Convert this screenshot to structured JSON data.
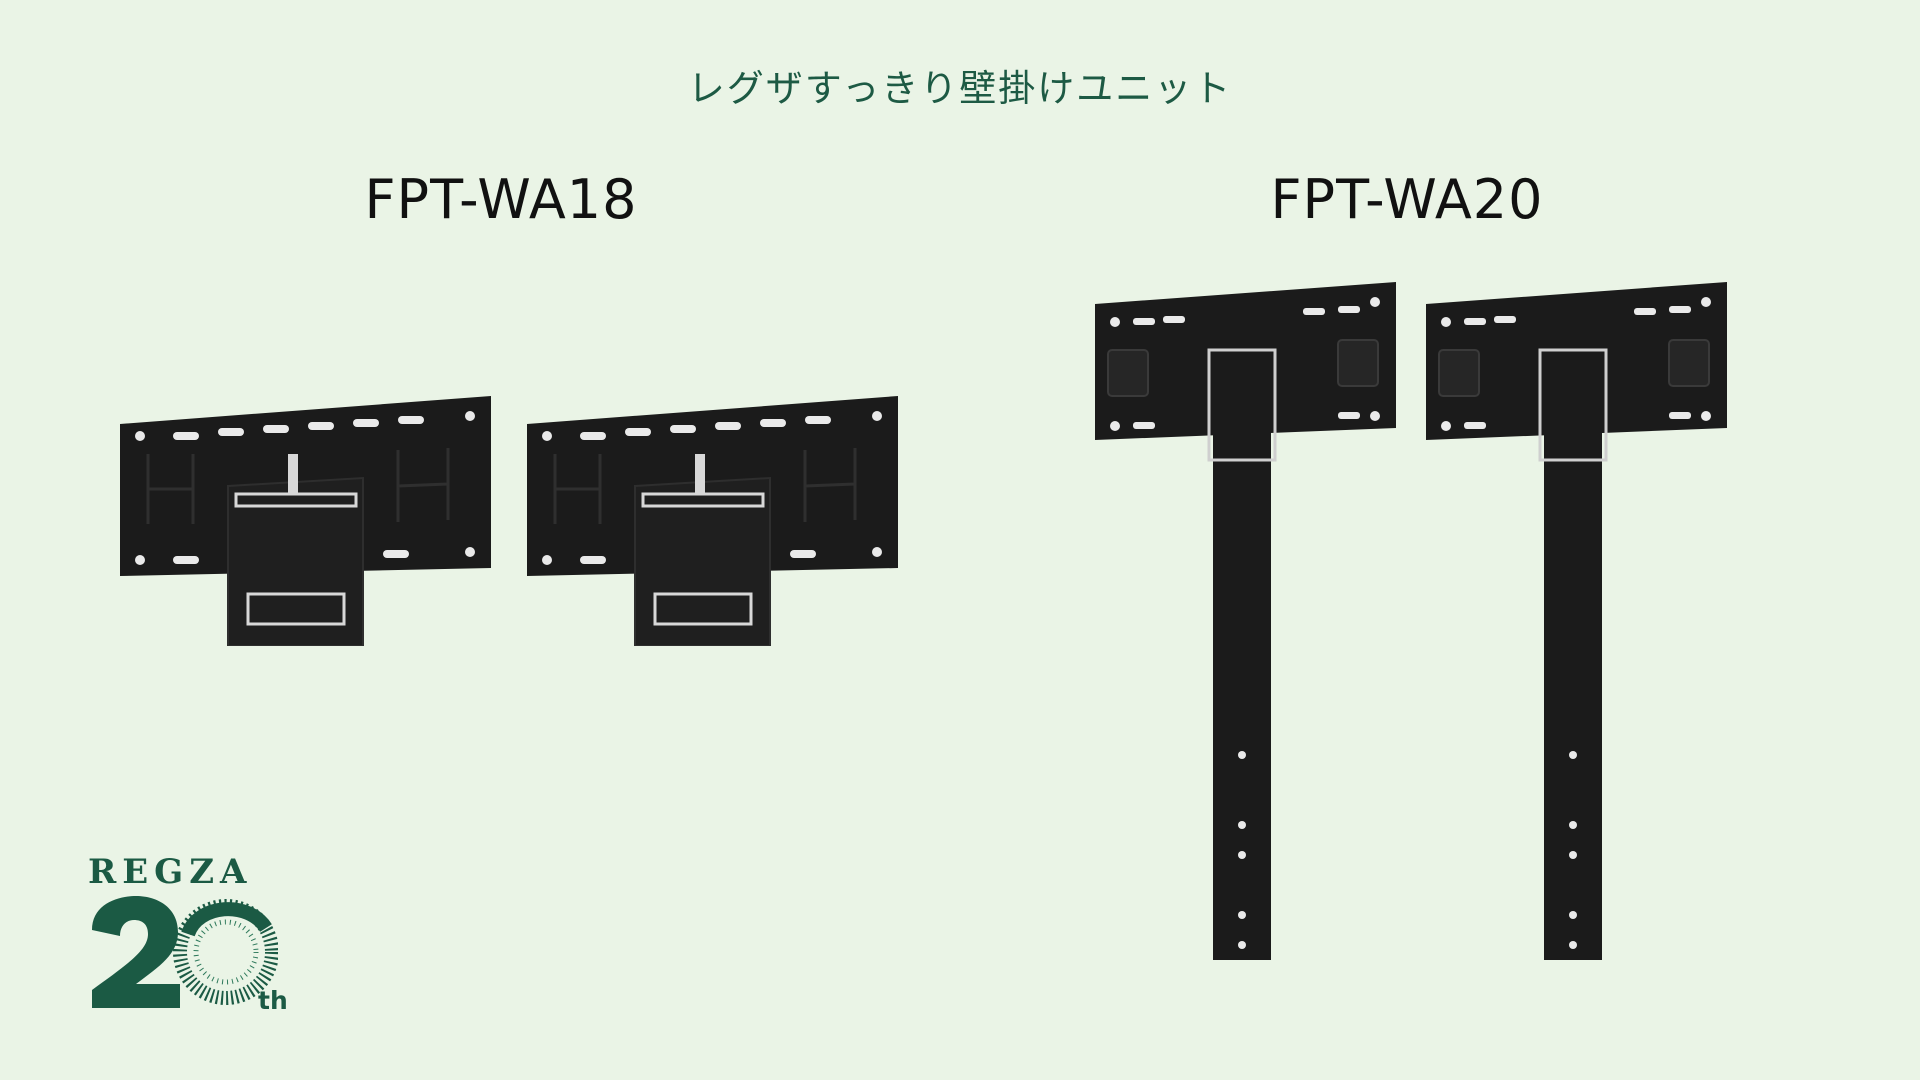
{
  "header": {
    "title": "レグザすっきり壁掛けユニット"
  },
  "products": [
    {
      "model": "FPT-WA18"
    },
    {
      "model": "FPT-WA20"
    }
  ],
  "logo": {
    "brand": "REGZA",
    "anniversary": "20",
    "suffix": "th"
  },
  "colors": {
    "background": "#eaf4e6",
    "brand_green": "#1b5a44",
    "title_green": "#1d5a44",
    "hardware": "#1b1b1b"
  }
}
